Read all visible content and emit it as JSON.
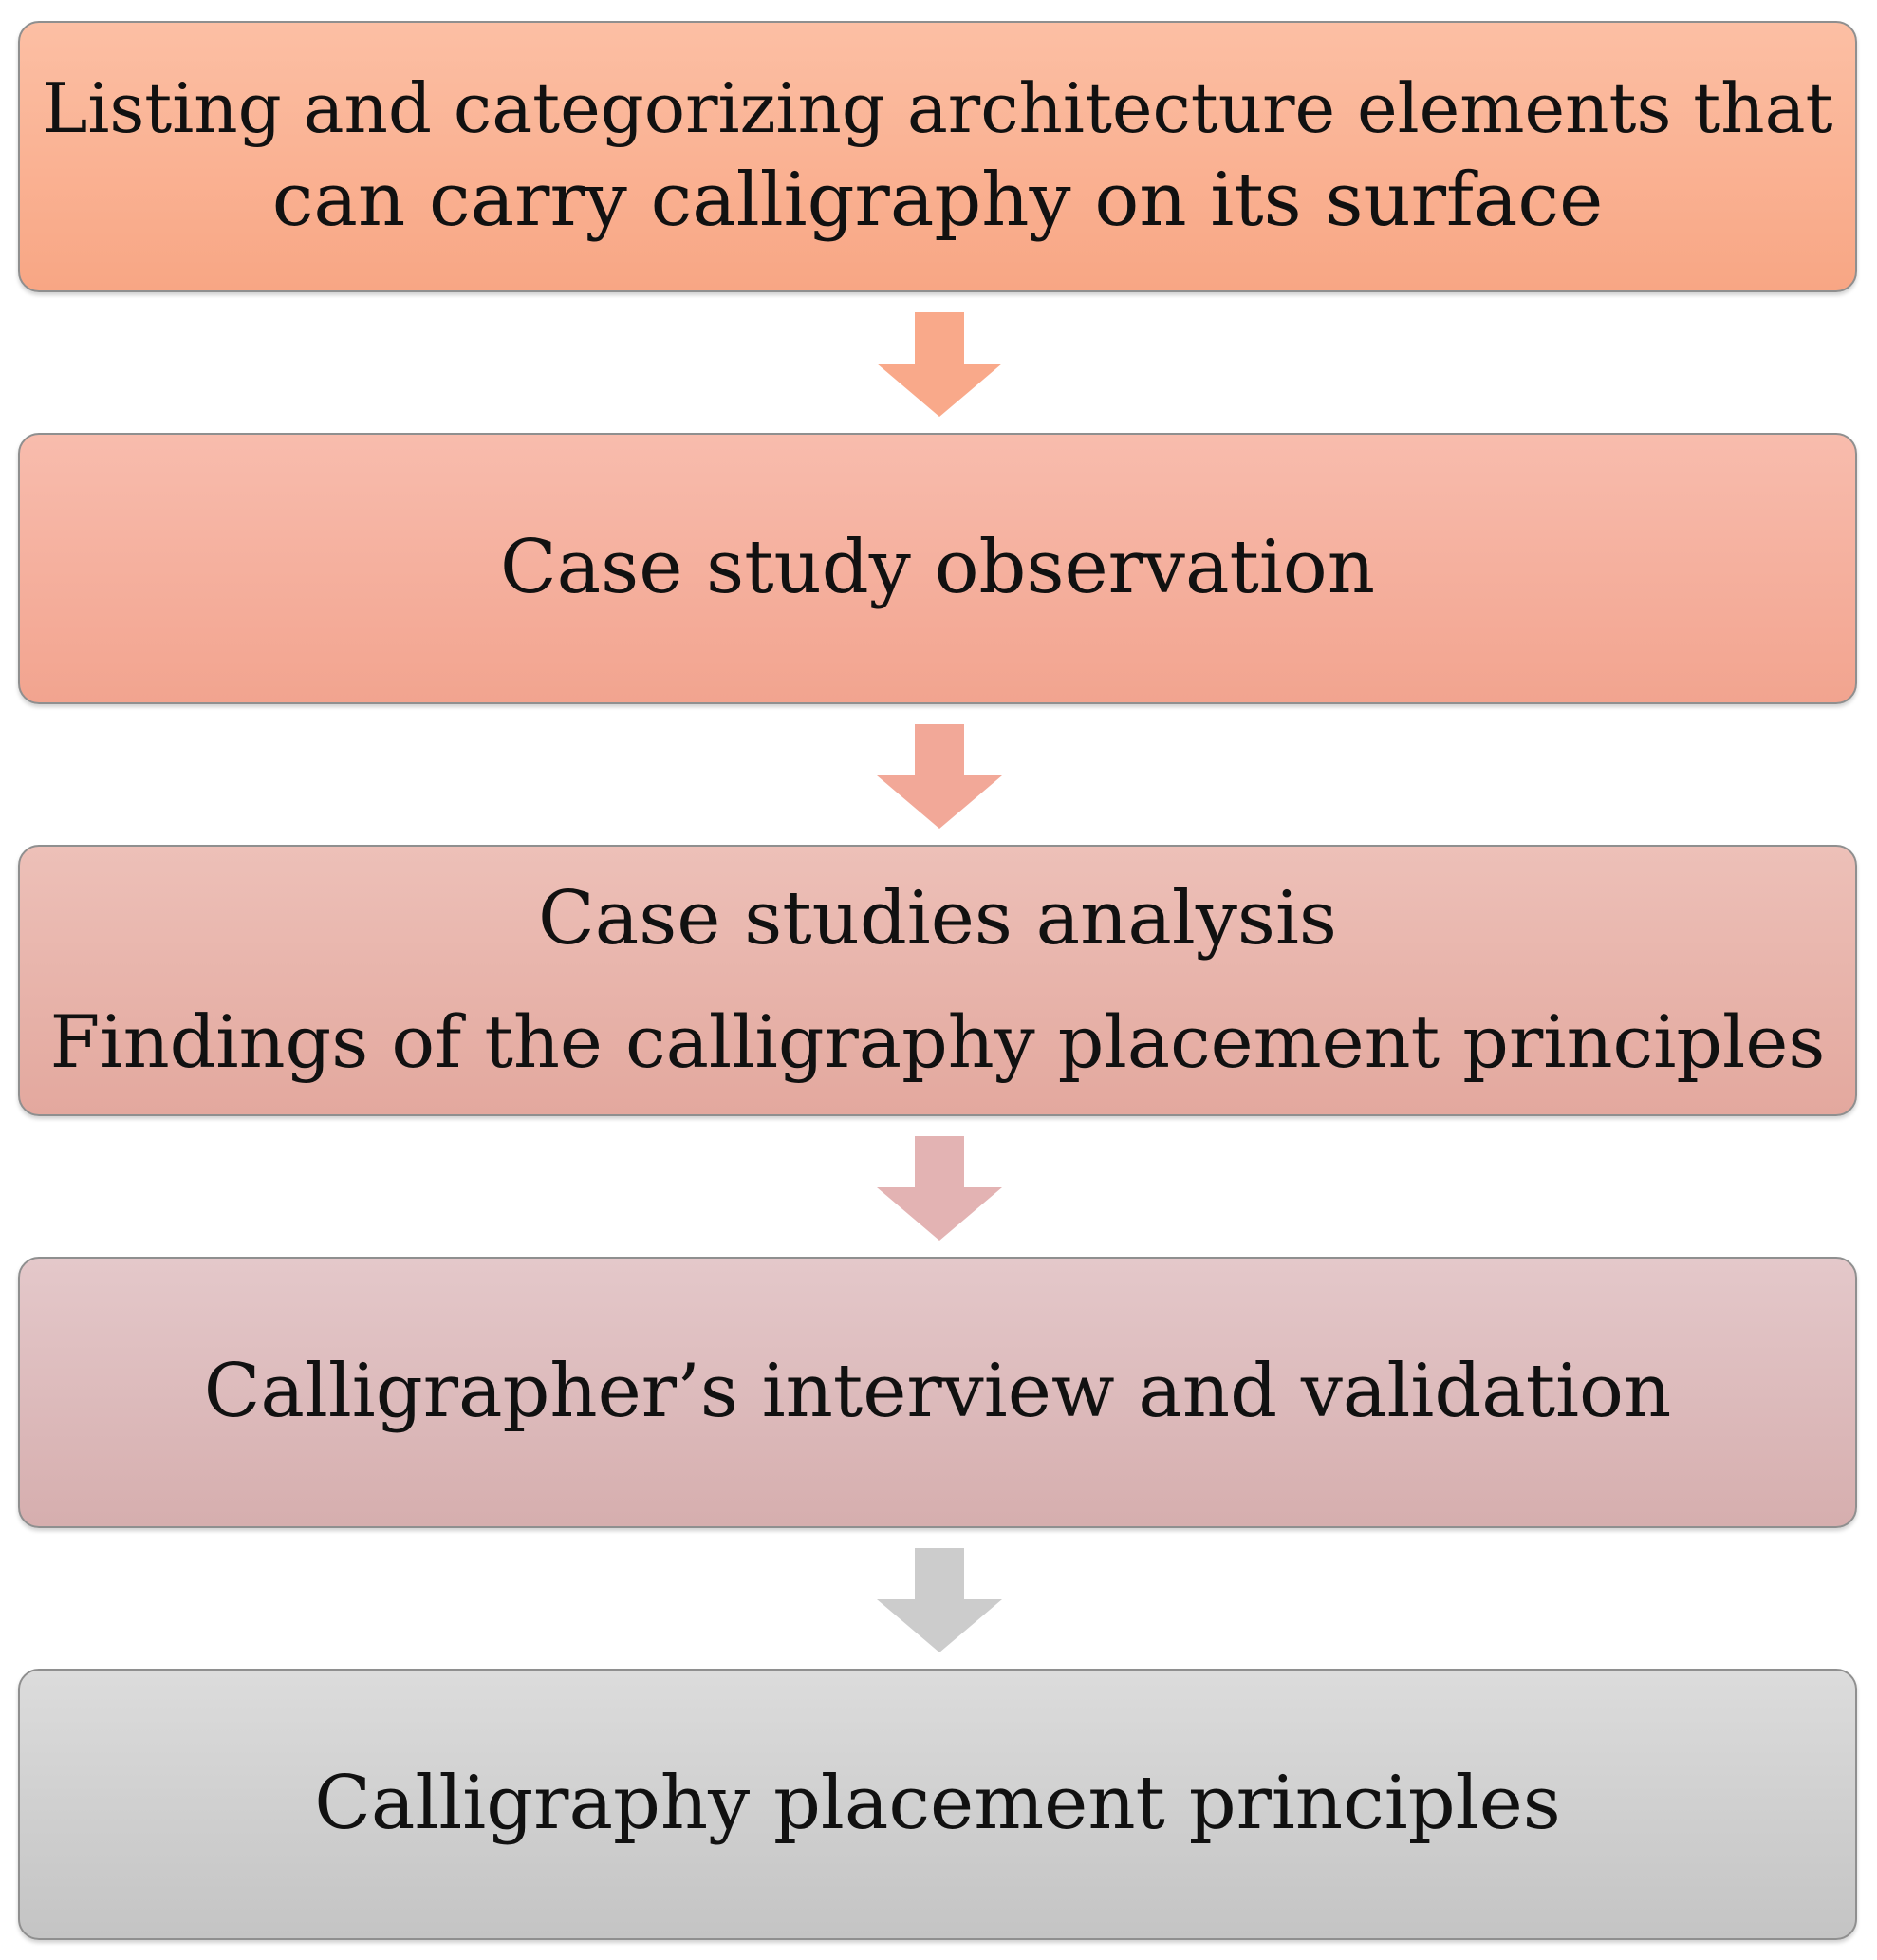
{
  "steps": [
    {
      "lines": [
        "Listing and categorizing architecture elements that",
        "can carry calligraphy on its surface"
      ]
    },
    {
      "lines": [
        "Case study observation"
      ]
    },
    {
      "lines": [
        "Case studies analysis",
        "Findings of the calligraphy placement principles"
      ]
    },
    {
      "lines": [
        "Calligrapher’s interview and validation"
      ]
    },
    {
      "lines": [
        "Calligraphy placement principles"
      ]
    }
  ],
  "colors": {
    "arrow_1": "#f9a98a",
    "arrow_2": "#f2a898",
    "arrow_3": "#e3b3b3",
    "arrow_4": "#cccccc",
    "border": "#8f8f8f"
  }
}
